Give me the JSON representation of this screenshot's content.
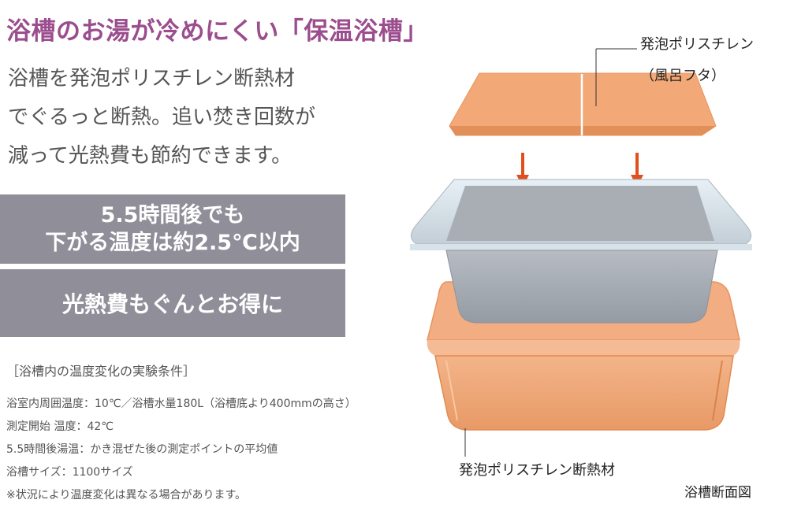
{
  "title": "浴槽のお湯が冷めにくい「保温浴槽」",
  "description": [
    "浴槽を発泡ポリスチレン断熱材",
    "でぐるっと断熱。追い焚き回数が",
    "減って光熱費も節約できます。"
  ],
  "highlight_box_1": [
    "5.5時間後でも",
    "下がる温度は約2.5℃以内"
  ],
  "highlight_box_2": "光熱費もぐんとお得に",
  "conditions": {
    "heading": "［浴槽内の温度変化の実験条件］",
    "items": [
      "浴室内周囲温度：10℃／浴槽水量180L（浴槽底より400mmの高さ）",
      "測定開始 温度：42℃",
      "5.5時間後湯温：かき混ぜた後の測定ポイントの平均値",
      "浴槽サイズ：1100サイズ",
      "※状況により温度変化は異なる場合があります。"
    ]
  },
  "figure": {
    "lid_label_1": "発泡ポリスチレン",
    "lid_label_2": "（風呂フタ）",
    "insulation_label": "発泡ポリスチレン断熱材",
    "section_label": "浴槽断面図"
  },
  "colors": {
    "title": "#9b4d8e",
    "box_bg": "#8f8e99",
    "insulation": "#f0a878",
    "arrow": "#e0501e"
  }
}
